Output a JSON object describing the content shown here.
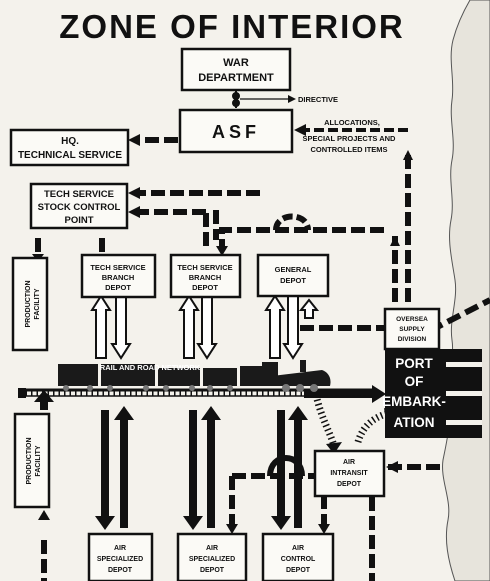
{
  "title": "ZONE OF INTERIOR",
  "rail_label": "RAIL AND ROAD NETWORK",
  "labels": {
    "directive": "DIRECTIVE",
    "allocations": [
      "ALLOCATIONS,",
      "SPECIAL PROJECTS AND",
      "CONTROLLED ITEMS"
    ]
  },
  "boxes": {
    "war_department": [
      "WAR",
      "DEPARTMENT"
    ],
    "asf": "ASF",
    "hq_technical_service": [
      "HQ.",
      "TECHNICAL SERVICE"
    ],
    "stock_control_point": [
      "TECH SERVICE",
      "STOCK CONTROL",
      "POINT"
    ],
    "production_facility": [
      "PRODUCTION",
      "FACILITY"
    ],
    "tech_service_branch_depot": [
      "TECH SERVICE",
      "BRANCH",
      "DEPOT"
    ],
    "general_depot": [
      "GENERAL",
      "DEPOT"
    ],
    "oversea_supply_division": [
      "OVERSEA",
      "SUPPLY",
      "DIVISION"
    ],
    "port_of_embarkation": [
      "PORT",
      "OF",
      "EMBARK-",
      "ATION"
    ],
    "air_intransit_depot": [
      "AIR",
      "INTRANSIT",
      "DEPOT"
    ],
    "air_specialized_depot": [
      "AIR",
      "SPECIALIZED",
      "DEPOT"
    ],
    "air_control_depot": [
      "AIR",
      "CONTROL",
      "DEPOT"
    ]
  }
}
